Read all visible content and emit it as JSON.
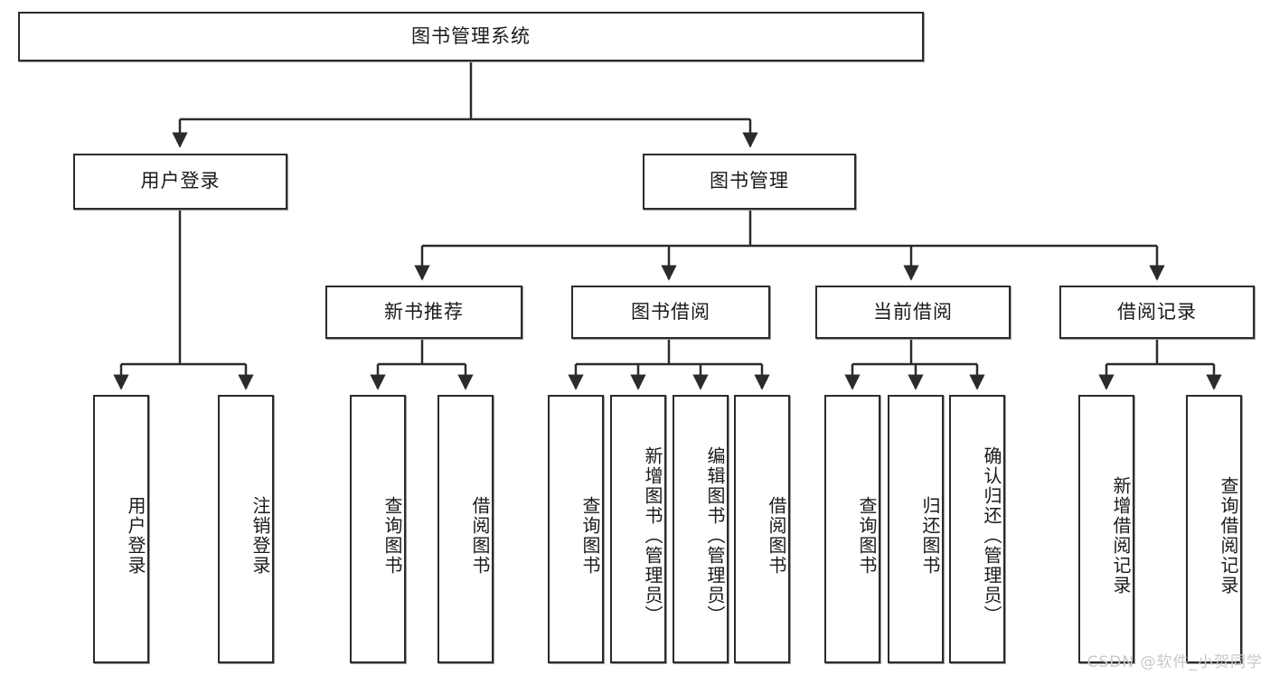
{
  "diagram": {
    "title": "图书管理系统",
    "watermark": "CSDN @软件_小贺同学",
    "colors": {
      "box_border": "#2b2b2b",
      "box_fill": "#ffffff",
      "edge": "#2b2b2b",
      "text": "#1a1a1a",
      "watermark": "#c9c9c9"
    },
    "levels": {
      "root": "图书管理系统",
      "level2": [
        "用户登录",
        "图书管理"
      ],
      "level3": [
        "新书推荐",
        "图书借阅",
        "当前借阅",
        "借阅记录"
      ]
    },
    "nodes": {
      "root": "图书管理系统",
      "user_login": "用户登录",
      "book_manage": "图书管理",
      "new_book_rec": "新书推荐",
      "book_borrow": "图书借阅",
      "current_borrow": "当前借阅",
      "borrow_record": "借阅记录",
      "leaf_user_login": "用户登录",
      "leaf_logout": "注销登录",
      "leaf_query_book_1": "查询图书",
      "leaf_borrow_book_1": "借阅图书",
      "leaf_query_book_2": "查询图书",
      "leaf_add_book_admin": "新增图书（管理员）",
      "leaf_edit_book_admin": "编辑图书（管理员）",
      "leaf_borrow_book_2": "借阅图书",
      "leaf_query_book_3": "查询图书",
      "leaf_return_book": "归还图书",
      "leaf_confirm_return_admin": "确认归还（管理员）",
      "leaf_add_record": "新增借阅记录",
      "leaf_query_record": "查询借阅记录"
    },
    "tree": [
      {
        "label": "图书管理系统",
        "children": [
          {
            "label": "用户登录",
            "children": [
              {
                "label": "用户登录"
              },
              {
                "label": "注销登录"
              }
            ]
          },
          {
            "label": "图书管理",
            "children": [
              {
                "label": "新书推荐",
                "children": [
                  {
                    "label": "查询图书"
                  },
                  {
                    "label": "借阅图书"
                  }
                ]
              },
              {
                "label": "图书借阅",
                "children": [
                  {
                    "label": "查询图书"
                  },
                  {
                    "label": "新增图书（管理员）"
                  },
                  {
                    "label": "编辑图书（管理员）"
                  },
                  {
                    "label": "借阅图书"
                  }
                ]
              },
              {
                "label": "当前借阅",
                "children": [
                  {
                    "label": "查询图书"
                  },
                  {
                    "label": "归还图书"
                  },
                  {
                    "label": "确认归还（管理员）"
                  }
                ]
              },
              {
                "label": "借阅记录",
                "children": [
                  {
                    "label": "新增借阅记录"
                  },
                  {
                    "label": "查询借阅记录"
                  }
                ]
              }
            ]
          }
        ]
      }
    ]
  }
}
